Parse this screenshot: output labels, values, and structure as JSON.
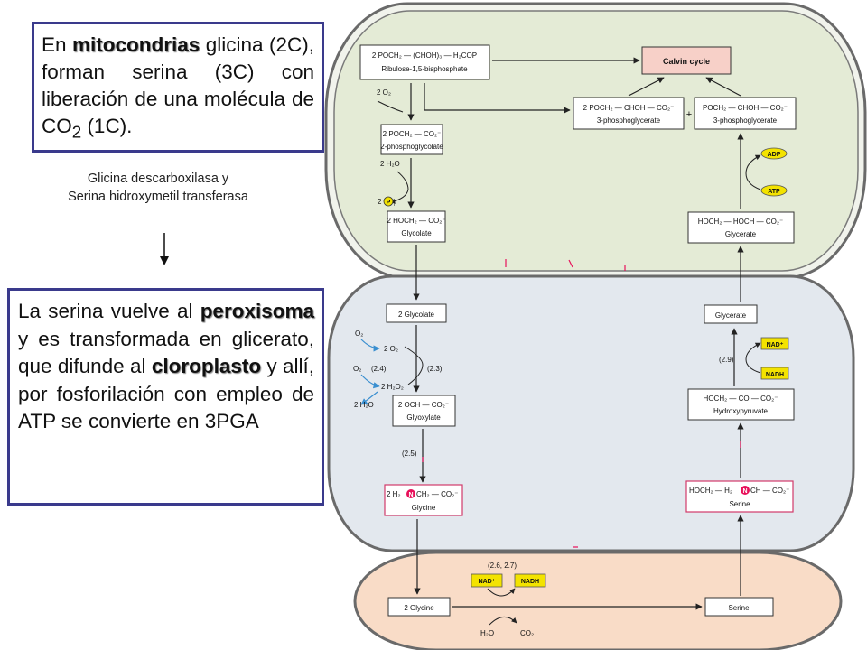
{
  "notes": {
    "top": {
      "p1": "En ",
      "mito": "mitocondrias",
      "p2": " glicina (2C), forman serina (3C) con liberación de una molécula de CO",
      "sub": "2",
      "p3": " (1C)."
    },
    "enzymes": {
      "line1": "Glicina descarboxilasa y",
      "line2": "Serina hidroxymetil transferasa"
    },
    "bottom": {
      "p1": "La serina vuelve al ",
      "perox": "peroxisoma",
      "p2": " y es transformada en glicerato, que difunde al ",
      "cloro": "cloroplasto",
      "p3": " y allí, por fosforilación con empleo de ATP se convierte en 3PGA"
    }
  },
  "diagram": {
    "chloroplast": {
      "rubp_formula": "2 POCH₂ — (CHOH)₃ — H₂COP",
      "rubp_name": "Ribulose-1,5-bisphosphate",
      "calvin": "Calvin cycle",
      "pga1_formula": "2 POCH₂ — CHOH — CO₂⁻",
      "pga1_name": "3-phosphoglycerate",
      "plus": "+",
      "pga2_formula": "POCH₂ — CHOH — CO₂⁻",
      "pga2_name": "3-phosphoglycerate",
      "pg_formula": "2 POCH₂ — CO₂⁻",
      "pg_name": "2-phosphoglycolate",
      "glycolate_formula": "2 HOCH₂ — CO₂⁻",
      "glycolate_name": "Glycolate",
      "glycerate_formula": "HOCH₂ — HOCH — CO₂⁻",
      "glycerate_name": "Glycerate",
      "o2": "2 O₂",
      "h2o": "2 H₂O",
      "pi_num": "2",
      "pi": "P",
      "pi_sub": "i",
      "adp": "ADP",
      "atp": "ATP"
    },
    "peroxisome": {
      "glycolate": "2 Glycolate",
      "glycerate": "Glycerate",
      "o2_a": "O₂",
      "o2_b": "O₂",
      "two_o2": "2 O₂",
      "h2o2": "2 H₂O₂",
      "h2o": "2 H₂O",
      "e24": "(2.4)",
      "e23": "(2.3)",
      "e29": "(2.9)",
      "e25": "(2.5)",
      "nad": "NAD⁺",
      "nadh": "NADH",
      "glyoxylate_formula": "2 OCH — CO₂⁻",
      "glyoxylate_name": "Glyoxylate",
      "hp_formula": "HOCH₂ — CO — CO₂⁻",
      "hp_name": "Hydroxypyruvate",
      "glycine_pre": "2 H₂",
      "glycine_post": "CH₂ — CO₂⁻",
      "glycine_name": "Glycine",
      "serine_pre": "HOCH₂ — H₂",
      "serine_post": "CH — CO₂⁻",
      "serine_name": "Serine",
      "n": "N"
    },
    "mitochondrion": {
      "enzymes": "(2.6, 2.7)",
      "nad": "NAD⁺",
      "nadh": "NADH",
      "glycine": "2 Glycine",
      "serine": "Serine",
      "h2o": "H₂O",
      "co2": "CO₂"
    }
  },
  "colors": {
    "chloroplast_fill": "#e4ebd6",
    "peroxisome_fill": "#e3e8ee",
    "mitochondrion_fill": "#f9dcc7",
    "calvin_fill": "#f7d0c8",
    "cofactor_fill": "#f3e300",
    "note_border": "#3a3a8c",
    "nitrogen_fill": "#e8105a"
  }
}
